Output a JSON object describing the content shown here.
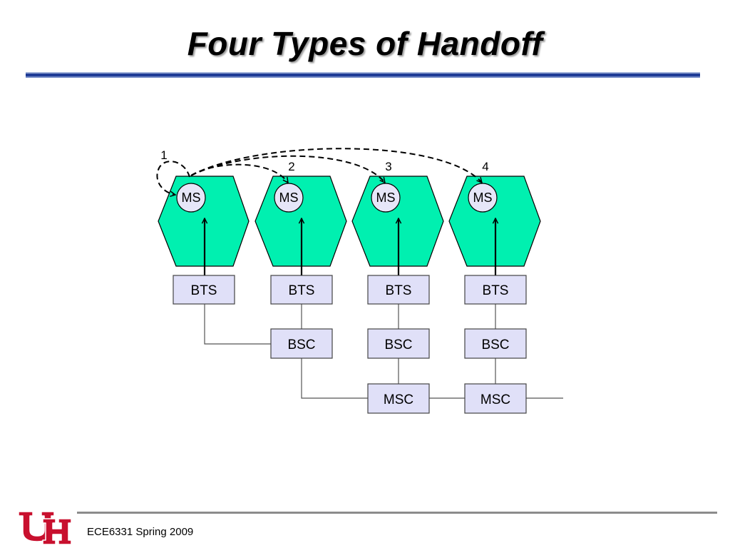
{
  "slide": {
    "title": "Four Types of Handoff",
    "footer": "ECE6331 Spring 2009"
  },
  "colors": {
    "cell_fill": "#00f0b0",
    "box_fill": "#e0e0f8",
    "ms_fill": "#e6e6f8",
    "title_rule": "#1f3c96",
    "logo_red": "#c8102e"
  },
  "diagram": {
    "handoffs": [
      "1",
      "2",
      "3",
      "4"
    ],
    "cells": [
      {
        "ms_label": "MS",
        "bts_label": "BTS"
      },
      {
        "ms_label": "MS",
        "bts_label": "BTS"
      },
      {
        "ms_label": "MS",
        "bts_label": "BTS"
      },
      {
        "ms_label": "MS",
        "bts_label": "BTS"
      }
    ],
    "bsc_labels": [
      "BSC",
      "BSC",
      "BSC"
    ],
    "msc_labels": [
      "MSC",
      "MSC"
    ]
  }
}
